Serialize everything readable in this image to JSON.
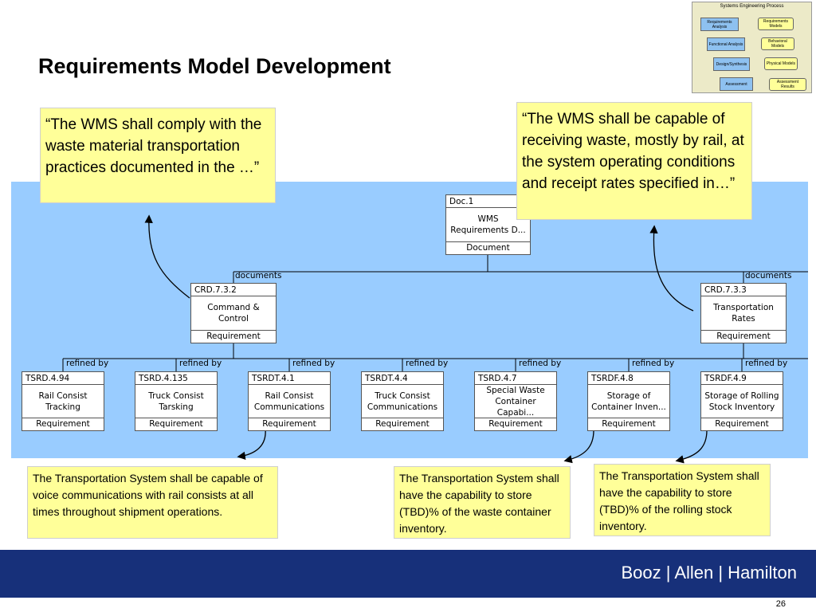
{
  "title": "Requirements Model Development",
  "mini_diagram": {
    "title": "Systems Engineering Process",
    "left_boxes": [
      "Requirements Analysis",
      "Functional Analysis",
      "Design/Synthesis",
      "Assessment"
    ],
    "right_boxes": [
      "Requirements Models",
      "Behavioral Models",
      "Physical Models",
      "Assessment Results"
    ]
  },
  "callouts": {
    "top_left": "“The WMS shall comply with the waste material transportation practices documented in the …”",
    "top_right": "“The WMS shall be capable of receiving waste, mostly by rail, at the system operating conditions and receipt rates specified in…”",
    "bottom_left": "The Transportation System shall be capable of voice communications with rail consists at all times throughout shipment operations.",
    "bottom_mid": "The Transportation System shall have the capability to store (TBD)% of the waste container inventory.",
    "bottom_right": "The Transportation System shall have the capability to store (TBD)% of the rolling stock inventory."
  },
  "root": {
    "id": "Doc.1",
    "name": "WMS Requirements D...",
    "type": "Document"
  },
  "mid_nodes": [
    {
      "id": "CRD.7.3.2",
      "name": "Command & Control",
      "type": "Requirement",
      "edge": "documents"
    },
    {
      "id": "CRD.7.3.3",
      "name": "Transportation Rates",
      "type": "Requirement",
      "edge": "documents"
    }
  ],
  "leaf_nodes": [
    {
      "id": "TSRD.4.94",
      "name": "Rail Consist Tracking",
      "type": "Requirement",
      "edge": "refined by"
    },
    {
      "id": "TSRD.4.135",
      "name": "Truck Consist Tarsking",
      "type": "Requirement",
      "edge": "refined by"
    },
    {
      "id": "TSRDT.4.1",
      "name": "Rail Consist Communications",
      "type": "Requirement",
      "edge": "refined by"
    },
    {
      "id": "TSRDT.4.4",
      "name": "Truck Consist Communications",
      "type": "Requirement",
      "edge": "refined by"
    },
    {
      "id": "TSRD.4.7",
      "name": "Special Waste Container Capabi...",
      "type": "Requirement",
      "edge": "refined by"
    },
    {
      "id": "TSRDF.4.8",
      "name": "Storage of Container Inven...",
      "type": "Requirement",
      "edge": "refined by"
    },
    {
      "id": "TSRDF.4.9",
      "name": "Storage of Rolling Stock Inventory",
      "type": "Requirement",
      "edge": "refined by"
    }
  ],
  "footer": {
    "brand": "Booz | Allen | Hamilton",
    "page_number": "26"
  },
  "colors": {
    "panel": "#99ccff",
    "callout": "#ffff99",
    "footer": "#17307a"
  }
}
